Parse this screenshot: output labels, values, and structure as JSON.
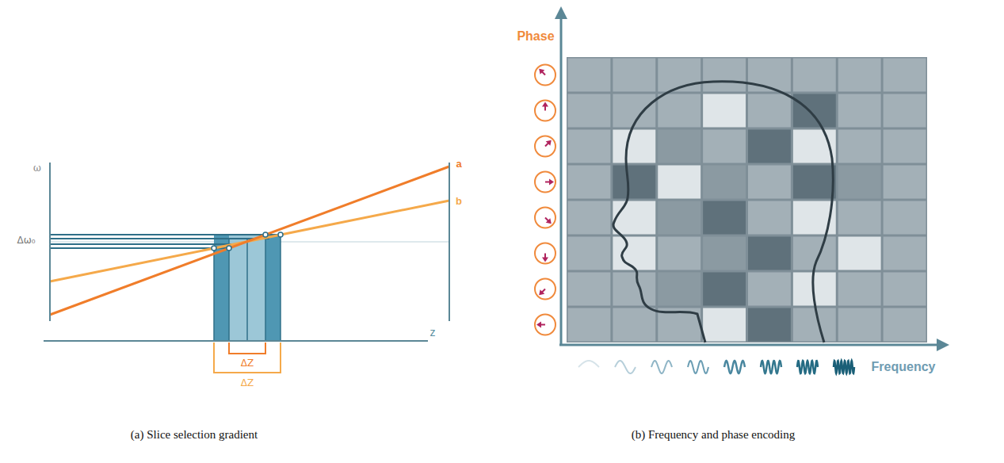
{
  "diagram": {
    "labels": [
      "ω",
      "Δω₀",
      "a",
      "b",
      "z",
      "ΔZ",
      "ΔZ",
      "Phase",
      "Frequency",
      "(a) Slice selection gradient",
      "(b) Frequency and phase encoding"
    ]
  }
}
